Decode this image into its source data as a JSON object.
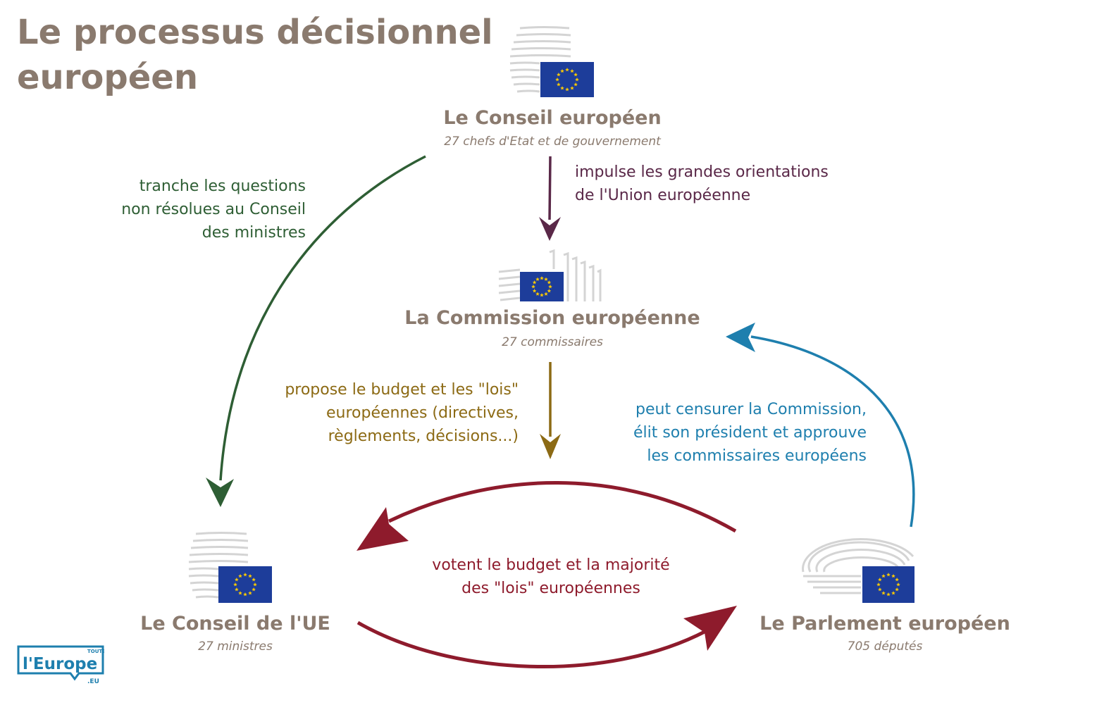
{
  "title_lines": [
    "Le processus décisionnel",
    "européen"
  ],
  "nodes": {
    "european_council": {
      "name": "Le Conseil européen",
      "subtitle": "27 chefs d'Etat et de gouvernement"
    },
    "commission": {
      "name": "La Commission européenne",
      "subtitle": "27 commissaires"
    },
    "council_eu": {
      "name": "Le Conseil de l'UE",
      "subtitle": "27 ministres"
    },
    "parliament": {
      "name": "Le Parlement européen",
      "subtitle": "705 députés"
    }
  },
  "edges": {
    "council_to_council_eu": {
      "lines": [
        "tranche les questions",
        "non résolues au Conseil",
        "des ministres"
      ],
      "color": "#2e5e34"
    },
    "council_to_commission": {
      "lines": [
        "impulse les grandes orientations",
        "de l'Union européenne"
      ],
      "color": "#5a2848"
    },
    "commission_to_council_eu": {
      "lines": [
        "propose le budget et les \"lois\"",
        "européennes (directives,",
        "règlements, décisions...)"
      ],
      "color": "#8c6a14"
    },
    "parliament_to_commission": {
      "lines": [
        "peut censurer la Commission,",
        "élit son président et approuve",
        "les commissaires européens"
      ],
      "color": "#1e7fae"
    },
    "parliament_council_eu_vote": {
      "lines": [
        "votent le budget et la majorité",
        "des \"lois\" européennes"
      ],
      "color": "#8e1b2c"
    }
  },
  "logo": {
    "top": "TOUTE",
    "main": "l'Europe",
    "suffix": ".EU"
  },
  "colors": {
    "node_text": "#8a7a6e",
    "eu_blue": "#1d3d9a",
    "eu_star": "#ffcc00"
  }
}
